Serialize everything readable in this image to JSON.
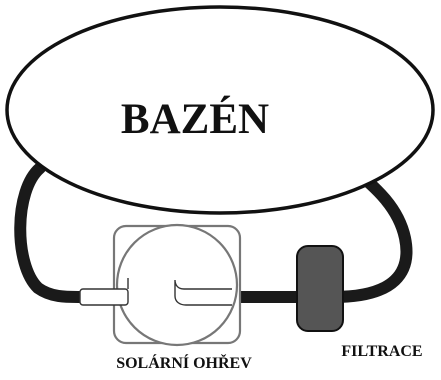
{
  "diagram": {
    "pool_label": "BAZÉN",
    "solar_label": "SOLÁRNÍ OHŘEV",
    "filter_label": "FILTRACE"
  },
  "colors": {
    "outline": "#111111",
    "pipe": "#1a1a1a",
    "filter": "#555555",
    "panel_frame": "#777777",
    "background": "#ffffff"
  }
}
